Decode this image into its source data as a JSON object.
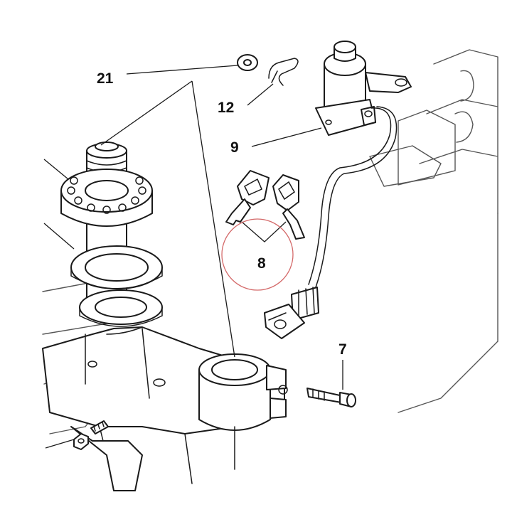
{
  "callouts": {
    "c21": "21",
    "c12": "12",
    "c9": "9",
    "c8": "8",
    "c7": "7"
  },
  "colors": {
    "line": "#1a1a1a",
    "highlight_circle": "#d46a6a",
    "background": "#ffffff"
  }
}
